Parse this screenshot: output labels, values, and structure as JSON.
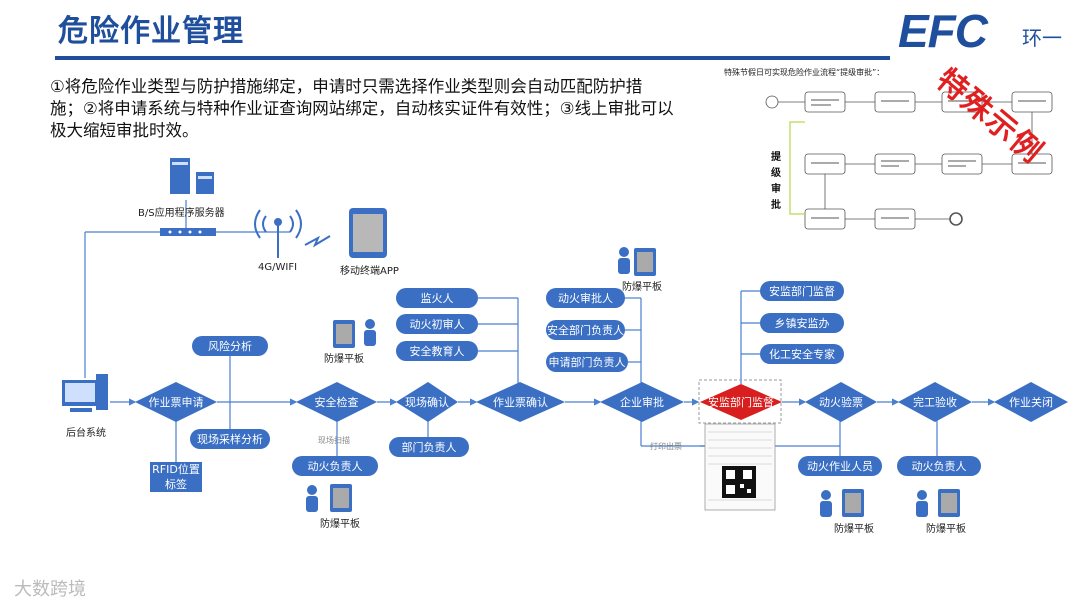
{
  "header": {
    "title": "危险作业管理",
    "logo": "EFC",
    "logo_sub": "环一"
  },
  "description": "①将危险作业类型与防护措施绑定，申请时只需选择作业类型则会自动匹配防护措施；②将申请系统与特种作业证查询网站绑定，自动核实证件有效性；③线上审批可以极大缩短审批时效。",
  "inset": {
    "title": "特殊节假日可实现危险作业流程“提级审批”：",
    "stamp": "特殊示例",
    "side_label": [
      "提",
      "级",
      "审",
      "批"
    ]
  },
  "infra": {
    "server_label": "B/S应用程序服务器",
    "network_label": "4G/WIFI",
    "mobile_label": "移动终端APP",
    "backend_label": "后台系统"
  },
  "flow": {
    "main_steps": [
      "作业票申请",
      "安全检查",
      "现场确认",
      "作业票确认",
      "企业审批",
      "安监部门监督",
      "动火验票",
      "完工验收",
      "作业关闭"
    ],
    "risk_analysis": "风险分析",
    "sampling": "现场采样分析",
    "rfid": "RFID位置\n标签",
    "scan_label": "现场扫描",
    "fire_lead_1": "动火负责人",
    "dept_lead": "部门负责人",
    "confirm_roles": [
      "监火人",
      "动火初审人",
      "安全教育人"
    ],
    "approve_roles": [
      "动火审批人",
      "安全部门负责人",
      "申请部门负责人"
    ],
    "supervise_roles": [
      "安监部门监督",
      "乡镇安监办",
      "化工安全专家"
    ],
    "fire_worker": "动火作业人员",
    "fire_lead_2": "动火负责人",
    "tablet": "防爆平板",
    "print_label": "打印出票"
  },
  "footer": {
    "watermark": "大数跨境"
  },
  "colors": {
    "primary": "#1f4e9c",
    "node": "#3a6fc4",
    "highlight": "#d81e1e"
  }
}
